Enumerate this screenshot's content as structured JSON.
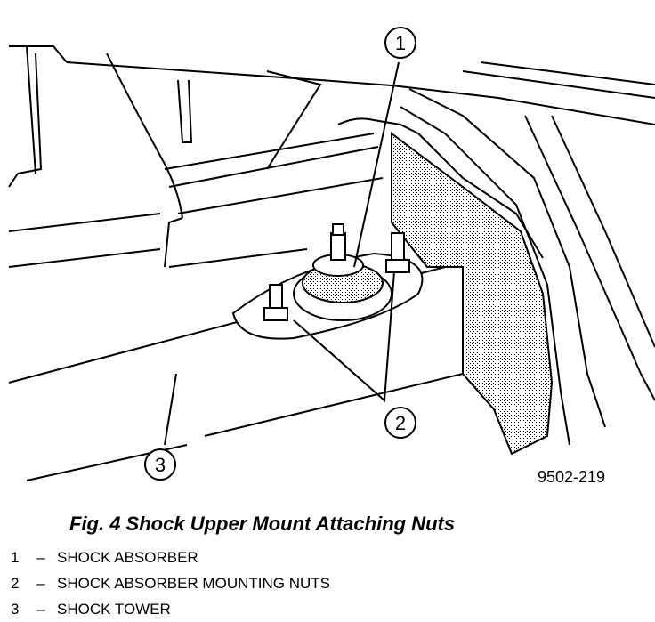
{
  "figure": {
    "callouts": [
      "1",
      "2",
      "3"
    ],
    "figure_code": "9502-219",
    "caption": "Fig. 4 Shock Upper Mount Attaching Nuts"
  },
  "legend": [
    {
      "number": "1",
      "dash": "–",
      "label": "SHOCK ABSORBER"
    },
    {
      "number": "2",
      "dash": "–",
      "label": "SHOCK ABSORBER MOUNTING NUTS"
    },
    {
      "number": "3",
      "dash": "–",
      "label": "SHOCK TOWER"
    }
  ]
}
